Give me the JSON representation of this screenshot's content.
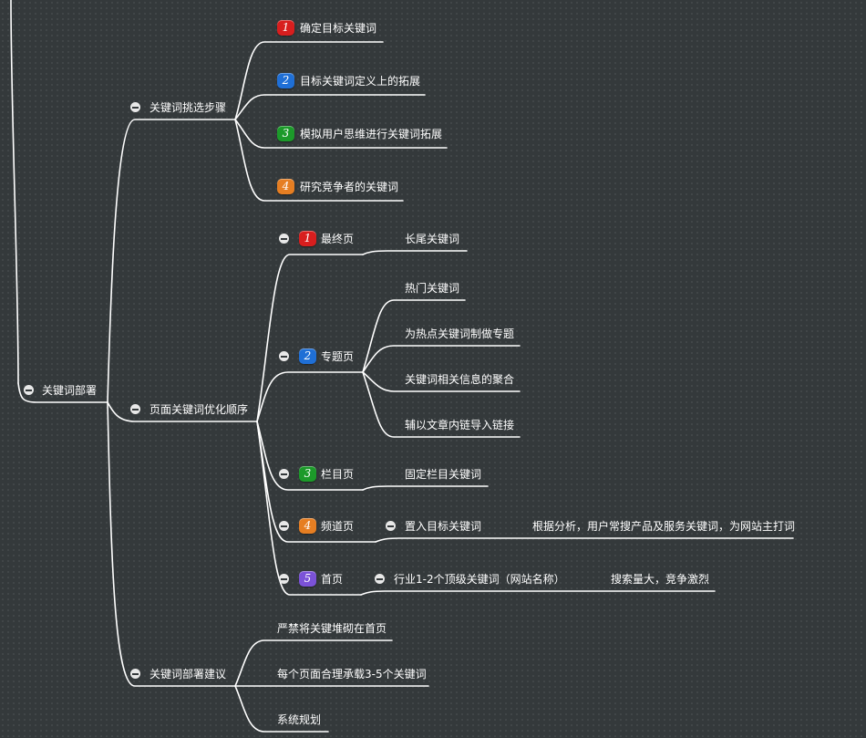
{
  "colors": {
    "background": "#34393b",
    "line": "#ffffff",
    "badge_1": "#d81e1e",
    "badge_2": "#1f6fd6",
    "badge_3": "#1c9a2a",
    "badge_4": "#e67e22",
    "badge_5": "#7b52d8"
  },
  "mindmap": {
    "root": {
      "label": "关键词部署"
    },
    "branches": {
      "selection": {
        "label": "关键词挑选步骤",
        "steps": [
          {
            "badge": "1",
            "label": "确定目标关键词"
          },
          {
            "badge": "2",
            "label": "目标关键词定义上的拓展"
          },
          {
            "badge": "3",
            "label": "模拟用户思维进行关键词拓展"
          },
          {
            "badge": "4",
            "label": "研究竞争者的关键词"
          }
        ]
      },
      "order": {
        "label": "页面关键词优化顺序",
        "pages": [
          {
            "badge": "1",
            "label": "最终页",
            "children": [
              "长尾关键词"
            ]
          },
          {
            "badge": "2",
            "label": "专题页",
            "children": [
              "热门关键词",
              "为热点关键词制做专题",
              "关键词相关信息的聚合",
              "辅以文章内链导入链接"
            ]
          },
          {
            "badge": "3",
            "label": "栏目页",
            "children": [
              "固定栏目关键词"
            ]
          },
          {
            "badge": "4",
            "label": "频道页",
            "child": "置入目标关键词",
            "grandchild": "根据分析，用户常搜产品及服务关键词，为网站主打词"
          },
          {
            "badge": "5",
            "label": "首页",
            "child": "行业1-2个顶级关键词（网站名称）",
            "grandchild": "搜索量大，竞争激烈"
          }
        ]
      },
      "advice": {
        "label": "关键词部署建议",
        "items": [
          "严禁将关键堆砌在首页",
          "每个页面合理承载3-5个关键词",
          "系统规划"
        ]
      }
    }
  }
}
